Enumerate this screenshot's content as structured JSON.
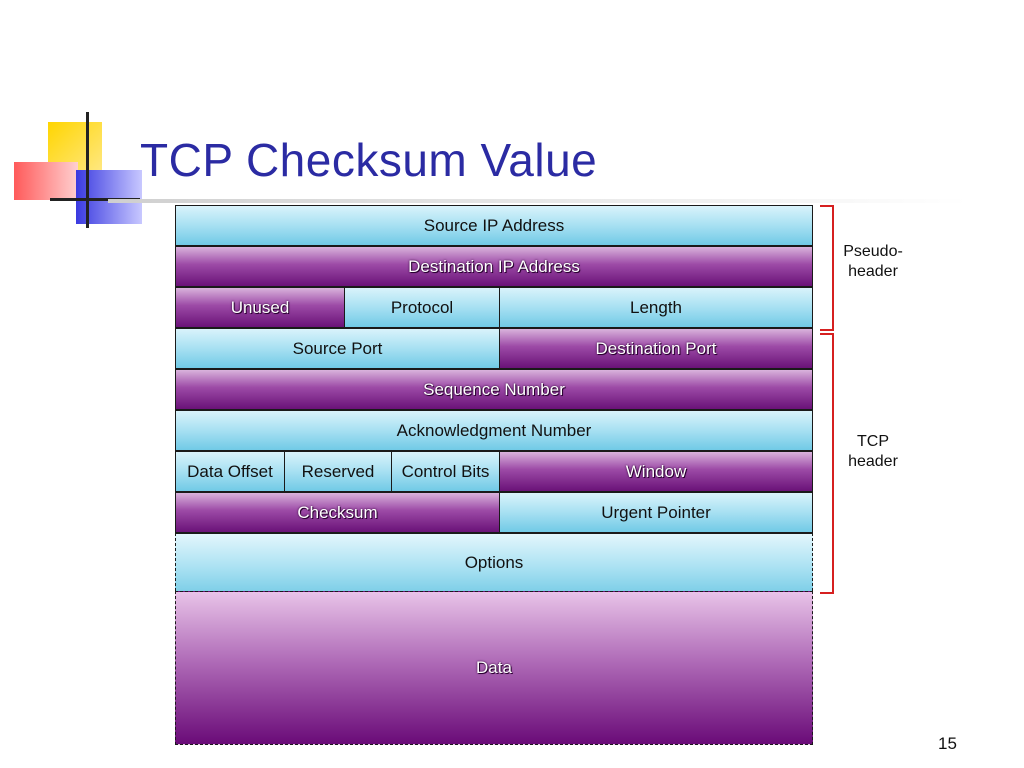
{
  "slide": {
    "title": "TCP Checksum Value",
    "page_number": "15"
  },
  "diagram": {
    "pseudo_header": {
      "source_ip": "Source IP Address",
      "destination_ip": "Destination IP Address",
      "unused": "Unused",
      "protocol": "Protocol",
      "length": "Length"
    },
    "tcp_header": {
      "source_port": "Source Port",
      "destination_port": "Destination Port",
      "sequence_number": "Sequence Number",
      "acknowledgment_number": "Acknowledgment Number",
      "data_offset": "Data Offset",
      "reserved": "Reserved",
      "control_bits": "Control Bits",
      "window": "Window",
      "checksum": "Checksum",
      "urgent_pointer": "Urgent Pointer",
      "options": "Options"
    },
    "data": "Data",
    "brackets": {
      "pseudo_header_line1": "Pseudo-",
      "pseudo_header_line2": "header",
      "tcp_header_line1": "TCP",
      "tcp_header_line2": "header"
    }
  },
  "colors": {
    "title": "#2b2ba3",
    "bracket": "#d62020",
    "light_cell": "#a7e0f2",
    "dark_cell": "#7a1c88"
  }
}
